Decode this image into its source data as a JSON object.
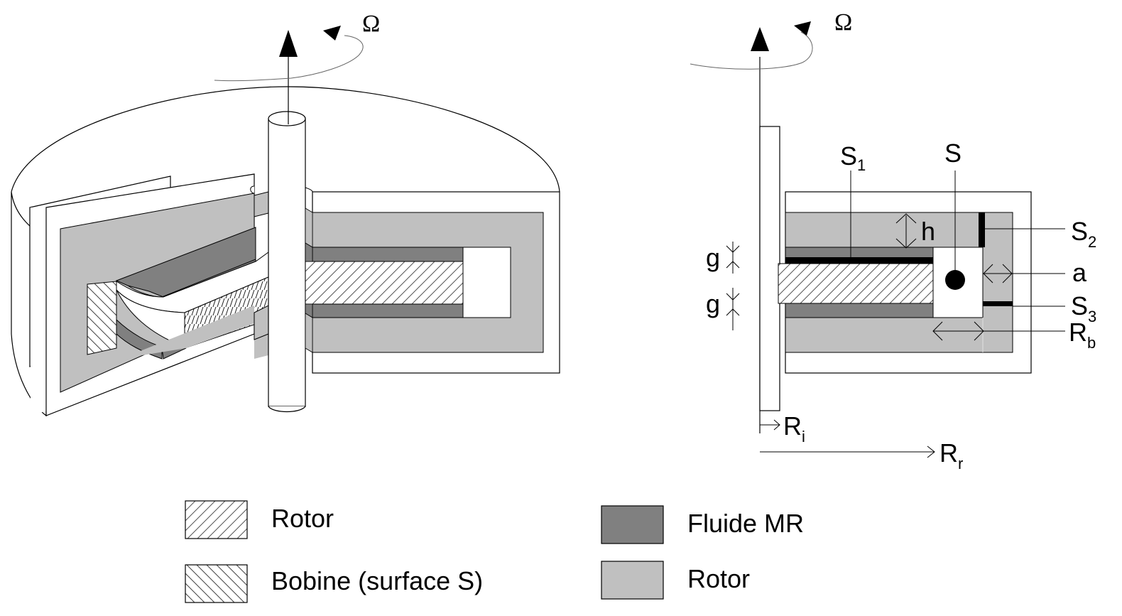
{
  "colors": {
    "rotor_gray": "#c0c0c0",
    "fluid_gray": "#808080",
    "line": "#000000",
    "background": "#ffffff"
  },
  "left_figure": {
    "rotation_symbol": "Ω",
    "description": "3D cutaway view of MR fluid brake"
  },
  "right_figure": {
    "rotation_symbol": "Ω",
    "labels": {
      "S1": {
        "main": "S",
        "sub": "1"
      },
      "S": {
        "main": "S",
        "sub": ""
      },
      "h": {
        "main": "h",
        "sub": ""
      },
      "S2": {
        "main": "S",
        "sub": "2"
      },
      "a": {
        "main": "a",
        "sub": ""
      },
      "S3": {
        "main": "S",
        "sub": "3"
      },
      "Rb": {
        "main": "R",
        "sub": "b"
      },
      "g_top": {
        "main": "g",
        "sub": ""
      },
      "g_bottom": {
        "main": "g",
        "sub": ""
      },
      "Ri": {
        "main": "R",
        "sub": "i"
      },
      "Rr": {
        "main": "R",
        "sub": "r"
      }
    }
  },
  "legend": [
    {
      "label": "Rotor",
      "pattern": "hatch-forward"
    },
    {
      "label": "Bobine (surface S)",
      "pattern": "hatch-backward"
    },
    {
      "label": "Fluide MR",
      "pattern": "fill-dark"
    },
    {
      "label": "Rotor",
      "pattern": "fill-light"
    }
  ]
}
